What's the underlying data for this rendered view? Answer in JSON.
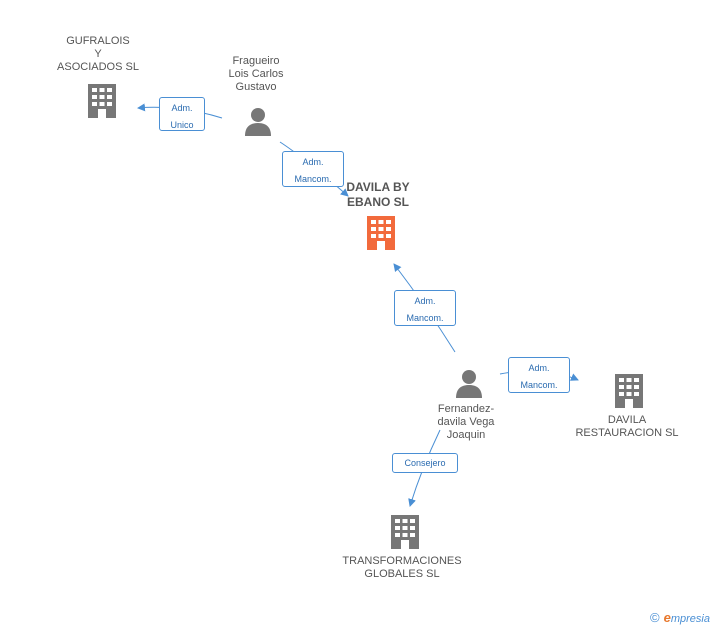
{
  "nodes": {
    "davila_by_ebano": {
      "label": "DAVILA BY\nEBANO SL"
    },
    "gufralois": {
      "label": "GUFRALOIS\nY\nASOCIADOS SL"
    },
    "fragueiro": {
      "label": "Fragueiro\nLois Carlos\nGustavo"
    },
    "fernandez": {
      "label": "Fernandez-\ndavila Vega\nJoaquin"
    },
    "davila_restauracion": {
      "label": "DAVILA\nRESTAURACION SL"
    },
    "transformaciones": {
      "label": "TRANSFORMACIONES\nGLOBALES SL"
    }
  },
  "edges": {
    "fragueiro_gufralois": {
      "label": "Adm.\nUnico"
    },
    "fragueiro_davila": {
      "label": "Adm.\nMancom."
    },
    "fernandez_davila": {
      "label": "Adm.\nMancom."
    },
    "fernandez_restauracion": {
      "label": "Adm.\nMancom."
    },
    "fernandez_transformaciones": {
      "label": "Consejero"
    }
  },
  "colors": {
    "highlight_company": "#f26a3c",
    "company": "#777777",
    "person": "#777777",
    "edge": "#4a8fd4"
  },
  "brand": {
    "copyright": "©",
    "initial": "e",
    "rest": "mpresia"
  }
}
